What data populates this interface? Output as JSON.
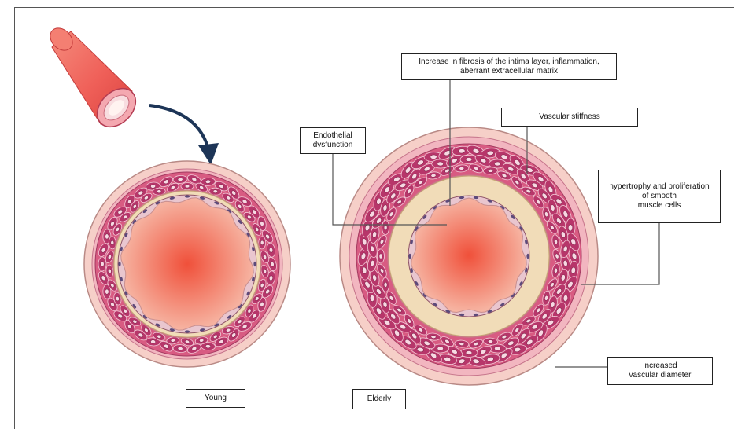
{
  "labels": {
    "fibrosis": "Increase in fibrosis of the intima layer, inflammation,\naberrant extracellular matrix",
    "stiffness": "Vascular stiffness",
    "endothelial": "Endothelial\ndysfunction",
    "hypertrophy": "hypertrophy and proliferation\nof smooth\nmuscle cells",
    "diameter": "increased\nvascular diameter",
    "young": "Young",
    "elderly": "Elderly"
  },
  "colors": {
    "lumen_center": "#f0503a",
    "lumen_edge": "#f6b4a2",
    "intima": "#f1dcb8",
    "media": "#d85b82",
    "cell_fill": "#b7366a",
    "adventitia": "#f6cfc8",
    "vessel": "#ef5f58",
    "arrow": "#1d3557"
  },
  "icons": [
    "blood-vessel-icon",
    "curved-arrow-icon"
  ]
}
